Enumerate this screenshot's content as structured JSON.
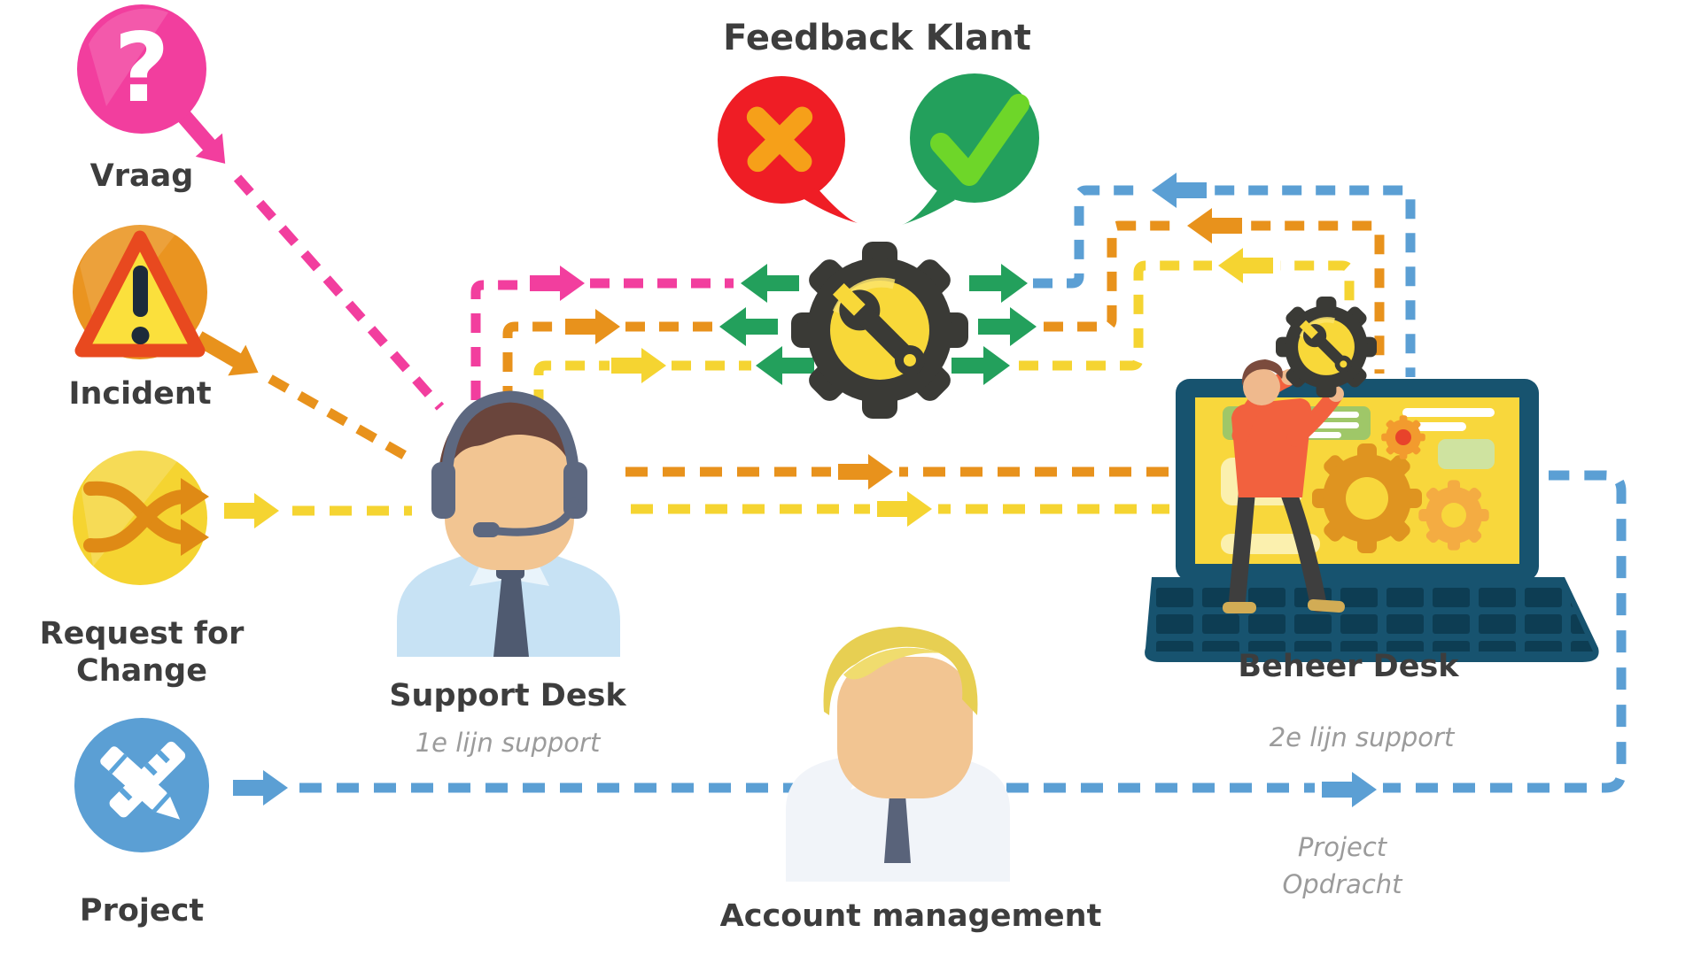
{
  "diagram": {
    "feedback_title": "Feedback Klant",
    "question_glyph": "?",
    "sources": [
      {
        "label": "Vraag",
        "icon": "question-icon",
        "color": "#F23E9E"
      },
      {
        "label": "Incident",
        "icon": "warning-icon",
        "color": "#EA9420"
      },
      {
        "label_line1": "Request for",
        "label_line2": "Change",
        "icon": "shuffle-icon",
        "color": "#F5D435"
      },
      {
        "label": "Project",
        "icon": "pencil-ruler-icon",
        "color": "#5BA4DA"
      }
    ],
    "support_desk": {
      "label": "Support Desk",
      "subtitle": "1e lijn support"
    },
    "beheer_desk": {
      "label": "Beheer Desk",
      "subtitle": "2e lijn support"
    },
    "account_management": {
      "label": "Account management"
    },
    "project_opdracht": {
      "line1": "Project",
      "line2": "Opdracht"
    }
  },
  "colors": {
    "pink": "#F23E9E",
    "orange": "#E8921C",
    "yellow": "#F5D431",
    "blue": "#5B9FD4",
    "green": "#23A05C",
    "green_light": "#6ED629",
    "red": "#EF1D25",
    "cross_orange": "#F6A019",
    "gear_dark": "#3A3A36",
    "gear_yellow": "#F8D839",
    "laptop_teal": "#17536F",
    "screen_yellow": "#F8D73C",
    "text_dark": "#3D3D3D",
    "text_gray": "#9B9B9B"
  }
}
